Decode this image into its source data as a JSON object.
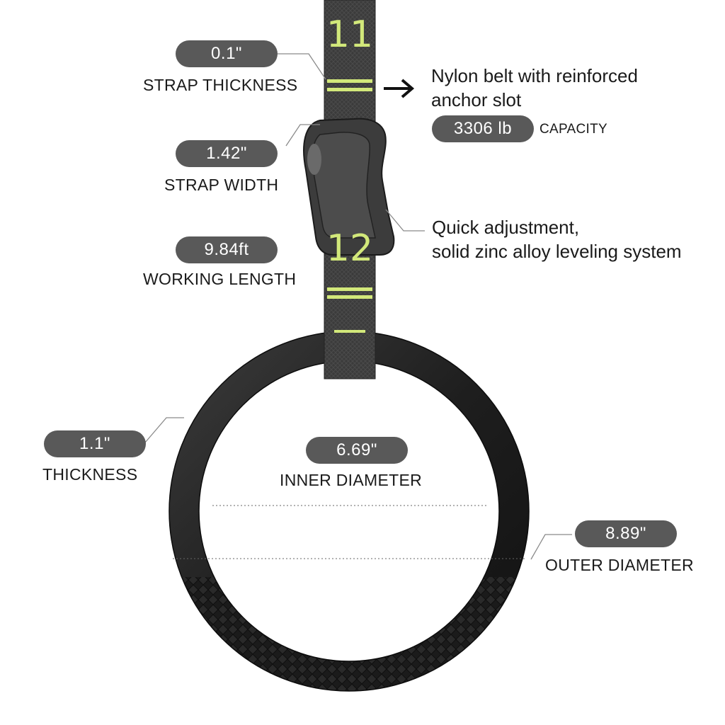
{
  "strap_numbers": [
    "11",
    "12"
  ],
  "colors": {
    "pill": "#595959",
    "strap": "#3a3a3a",
    "stripe": "#d2e87a",
    "ring": "#1c1c1c"
  },
  "specs": {
    "strap_thickness": {
      "value": "0.1\"",
      "label": "STRAP THICKNESS"
    },
    "strap_width": {
      "value": "1.42\"",
      "label": "STRAP WIDTH"
    },
    "working_length": {
      "value": "9.84ft",
      "label": "WORKING LENGTH"
    },
    "thickness": {
      "value": "1.1\"",
      "label": "THICKNESS"
    },
    "inner_diameter": {
      "value": "6.69\"",
      "label": "INNER DIAMETER"
    },
    "outer_diameter": {
      "value": "8.89\"",
      "label": "OUTER DIAMETER"
    }
  },
  "belt_note": {
    "line1": "Nylon belt with reinforced",
    "line2": "anchor slot"
  },
  "capacity": {
    "value": "3306 lb",
    "label": "CAPACITY"
  },
  "buckle_note": {
    "line1": "Quick adjustment,",
    "line2": "solid zinc alloy leveling system"
  },
  "icons": {
    "arrow": "arrow-right-icon"
  }
}
